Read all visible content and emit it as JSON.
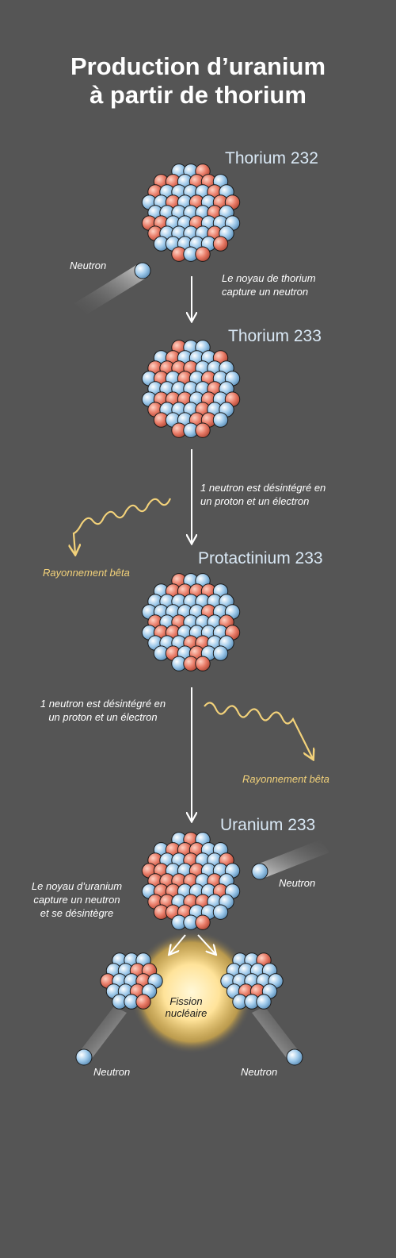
{
  "title": {
    "line1": "Production d’uranium",
    "line2": "à partir de thorium"
  },
  "nuclei": {
    "th232": "Thorium 232",
    "th233": "Thorium 233",
    "pa233": "Protactinium 233",
    "u233": "Uranium 233"
  },
  "notes": {
    "capture_th_1": "Le noyau de thorium",
    "capture_th_2": "capture un neutron",
    "decay1_1": "1 neutron est désintégré en",
    "decay1_2": "un proton et un électron",
    "decay2_1": "1 neutron est désintégré en",
    "decay2_2": "un proton et un électron",
    "capture_u_1": "Le noyau d’uranium",
    "capture_u_2": "capture un neutron",
    "capture_u_3": "et se désintègre"
  },
  "beta": {
    "first": "Rayonnement bêta",
    "second": "Rayonnement bêta"
  },
  "neutron_labels": {
    "incoming_thorium": "Neutron",
    "incoming_uranium": "Neutron",
    "fission_left": "Neutron",
    "fission_right": "Neutron"
  },
  "fission": {
    "line1": "Fission",
    "line2": "nucléaire"
  },
  "colors": {
    "background": "#555555",
    "proton": "#e87a66",
    "neutron": "#9ec9ea",
    "beta_wave": "#f3d27a",
    "arrow": "#ffffff",
    "label": "#d9e8f5",
    "glow": "#ffe9a0"
  }
}
